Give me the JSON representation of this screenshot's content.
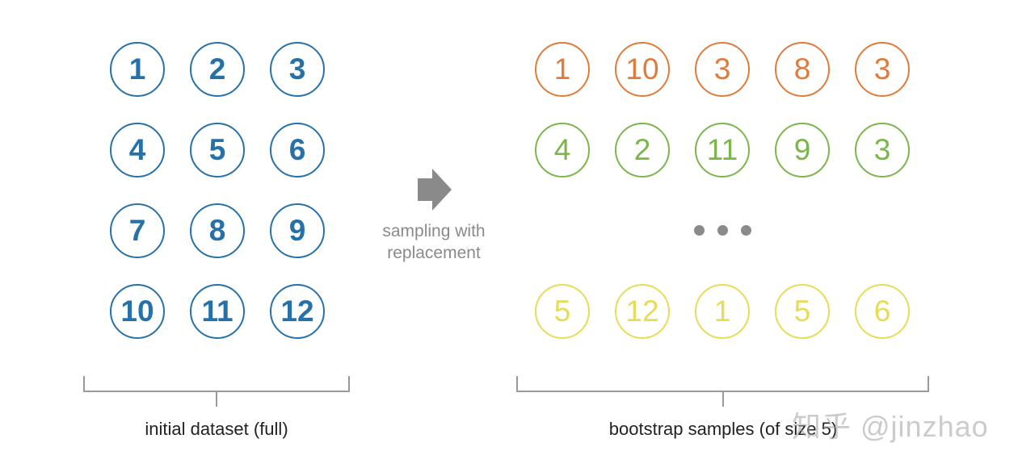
{
  "colors": {
    "initial": "#2771a9",
    "sample1": "#e07b39",
    "sample2": "#7bb64a",
    "sample3": "#e6dc55",
    "gray": "#8a8a8a"
  },
  "initial_dataset": {
    "rows": [
      [
        "1",
        "2",
        "3"
      ],
      [
        "4",
        "5",
        "6"
      ],
      [
        "7",
        "8",
        "9"
      ],
      [
        "10",
        "11",
        "12"
      ]
    ],
    "label": "initial dataset (full)"
  },
  "arrow": {
    "icon": "arrow-right-icon",
    "line1": "sampling with",
    "line2": "replacement"
  },
  "bootstrap": {
    "samples": [
      [
        "1",
        "10",
        "3",
        "8",
        "3"
      ],
      [
        "4",
        "2",
        "11",
        "9",
        "3"
      ],
      [
        "5",
        "12",
        "1",
        "5",
        "6"
      ]
    ],
    "ellipsis_icon": "ellipsis-icon",
    "label": "bootstrap samples (of size 5)"
  },
  "watermark": "知乎 @jinzhao"
}
